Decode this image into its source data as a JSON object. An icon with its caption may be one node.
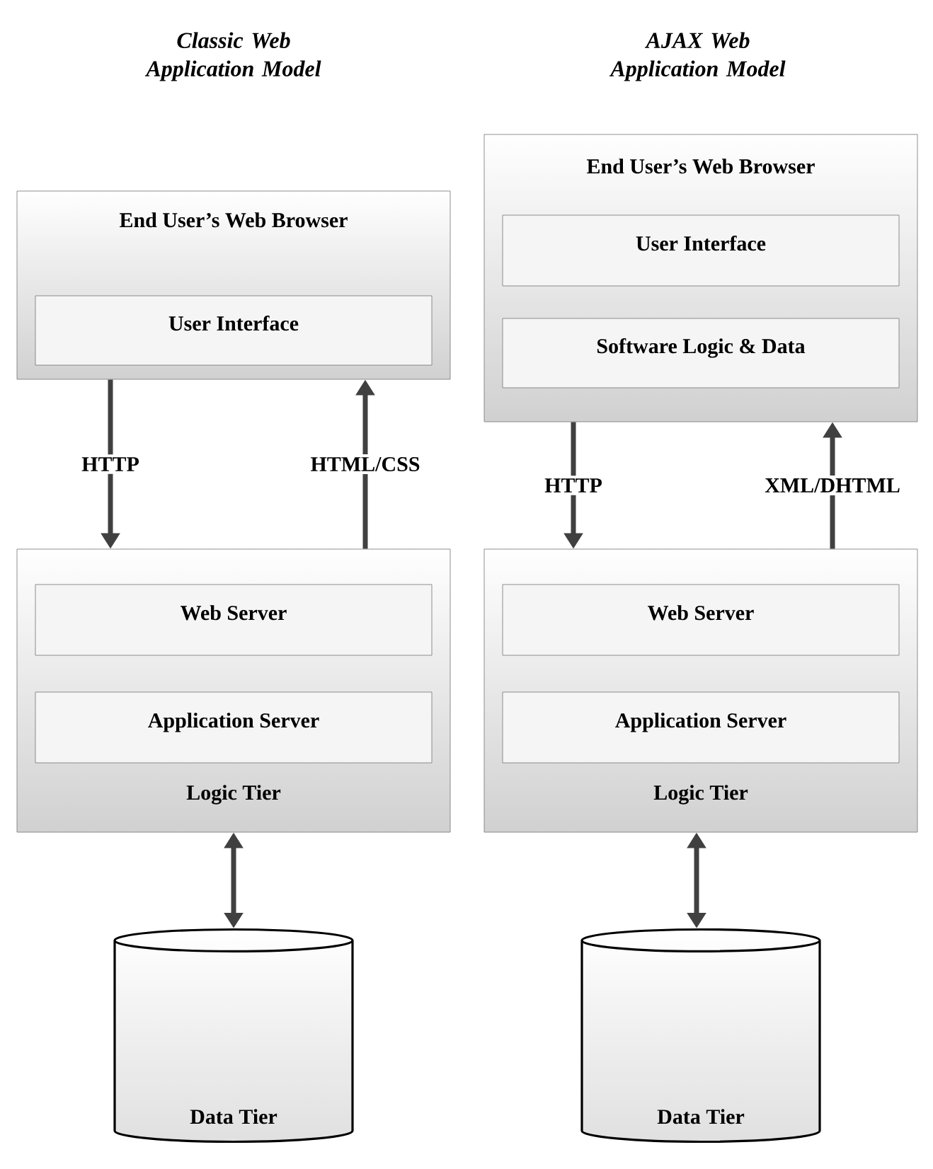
{
  "diagram": {
    "nodes": [
      {
        "text": [
          "End User’s Web Browser"
        ]
      },
      {
        "text": [
          "User Interface"
        ],
        "in": 0
      },
      {
        "text": [
          "Logic Tier"
        ]
      },
      {
        "text": [
          "Web Server"
        ],
        "in": 2
      },
      {
        "text": [
          "Application Server"
        ],
        "in": 2
      },
      {
        "text": [
          "Data Tier"
        ]
      },
      {
        "text": [
          "End User’s Web Browser"
        ]
      },
      {
        "text": [
          "User Interface"
        ],
        "in": 6
      },
      {
        "text": [
          "Software Logic & Data"
        ],
        "in": 6
      },
      {
        "text": [
          "Logic Tier"
        ]
      },
      {
        "text": [
          "Web Server"
        ],
        "in": 9
      },
      {
        "text": [
          "Application Server"
        ],
        "in": 9
      },
      {
        "text": [
          "Data Tier"
        ]
      }
    ],
    "edges": [
      {
        "from": 0,
        "to": 2,
        "arrow": "to",
        "label": "HTTP"
      },
      {
        "from": 2,
        "to": 0,
        "arrow": "to",
        "label": "HTML/CSS"
      },
      {
        "from": 2,
        "to": 5,
        "arrow": "both"
      },
      {
        "from": 6,
        "to": 9,
        "arrow": "to",
        "label": "HTTP"
      },
      {
        "from": 9,
        "to": 6,
        "arrow": "to",
        "label": "XML/DHTML"
      },
      {
        "from": 9,
        "to": 12,
        "arrow": "both"
      }
    ],
    "labels": [
      "Classic Web Application Model",
      "AJAX Web Application Model"
    ]
  }
}
